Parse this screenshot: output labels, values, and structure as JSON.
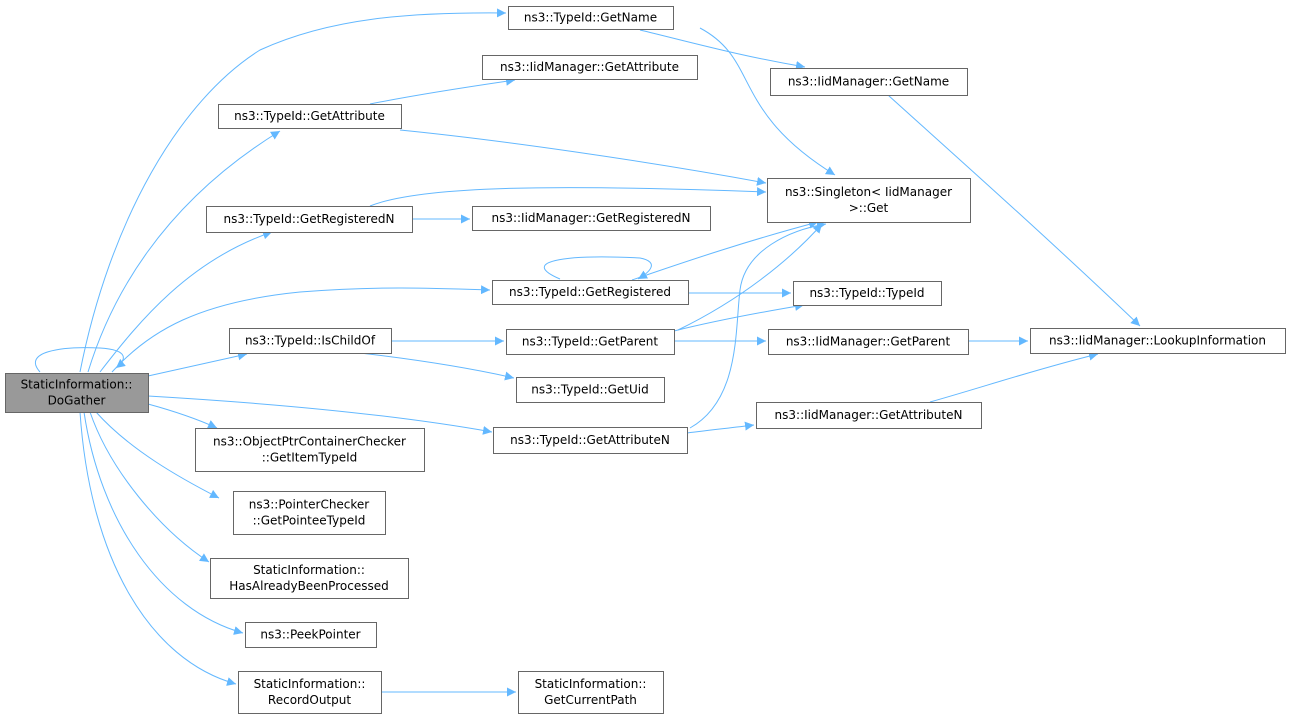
{
  "diagram": {
    "colors": {
      "node_fill": "#ffffff",
      "root_fill": "#999999",
      "edge": "#63b8ff",
      "border": "#666666",
      "text": "#000000"
    },
    "nodes": [
      {
        "id": "do_gather",
        "lines": [
          "StaticInformation::",
          "DoGather"
        ],
        "root": true
      },
      {
        "id": "typeid_getname",
        "lines": [
          "ns3::TypeId::GetName"
        ]
      },
      {
        "id": "iid_getattribute",
        "lines": [
          "ns3::IidManager::GetAttribute"
        ]
      },
      {
        "id": "iid_getname",
        "lines": [
          "ns3::IidManager::GetName"
        ]
      },
      {
        "id": "typeid_getattribute",
        "lines": [
          "ns3::TypeId::GetAttribute"
        ]
      },
      {
        "id": "singleton_get",
        "lines": [
          "ns3::Singleton< IidManager",
          ">::Get"
        ]
      },
      {
        "id": "typeid_getregisteredn",
        "lines": [
          "ns3::TypeId::GetRegisteredN"
        ]
      },
      {
        "id": "iid_getregisteredn",
        "lines": [
          "ns3::IidManager::GetRegisteredN"
        ]
      },
      {
        "id": "typeid_getregistered",
        "lines": [
          "ns3::TypeId::GetRegistered"
        ]
      },
      {
        "id": "typeid_typeid",
        "lines": [
          "ns3::TypeId::TypeId"
        ]
      },
      {
        "id": "typeid_ischildof",
        "lines": [
          "ns3::TypeId::IsChildOf"
        ]
      },
      {
        "id": "typeid_getparent",
        "lines": [
          "ns3::TypeId::GetParent"
        ]
      },
      {
        "id": "iid_getparent",
        "lines": [
          "ns3::IidManager::GetParent"
        ]
      },
      {
        "id": "iid_lookupinformation",
        "lines": [
          "ns3::IidManager::LookupInformation"
        ]
      },
      {
        "id": "typeid_getuid",
        "lines": [
          "ns3::TypeId::GetUid"
        ]
      },
      {
        "id": "iid_getattributen",
        "lines": [
          "ns3::IidManager::GetAttributeN"
        ]
      },
      {
        "id": "typeid_getattributen",
        "lines": [
          "ns3::TypeId::GetAttributeN"
        ]
      },
      {
        "id": "objptr_getitemtypeid",
        "lines": [
          "ns3::ObjectPtrContainerChecker",
          "::GetItemTypeId"
        ]
      },
      {
        "id": "pointer_getpointeetypeid",
        "lines": [
          "ns3::PointerChecker",
          "::GetPointeeTypeId"
        ]
      },
      {
        "id": "hasalreadybeenprocessed",
        "lines": [
          "StaticInformation::",
          "HasAlreadyBeenProcessed"
        ]
      },
      {
        "id": "peekpointer",
        "lines": [
          "ns3::PeekPointer"
        ]
      },
      {
        "id": "recordoutput",
        "lines": [
          "StaticInformation::",
          "RecordOutput"
        ]
      },
      {
        "id": "getcurrentpath",
        "lines": [
          "StaticInformation::",
          "GetCurrentPath"
        ]
      }
    ],
    "edges": [
      {
        "from": "do_gather",
        "to": "do_gather"
      },
      {
        "from": "do_gather",
        "to": "typeid_getname"
      },
      {
        "from": "do_gather",
        "to": "typeid_getattribute"
      },
      {
        "from": "do_gather",
        "to": "typeid_getregisteredn"
      },
      {
        "from": "do_gather",
        "to": "typeid_getregistered"
      },
      {
        "from": "do_gather",
        "to": "typeid_ischildof"
      },
      {
        "from": "do_gather",
        "to": "typeid_getattributen"
      },
      {
        "from": "do_gather",
        "to": "objptr_getitemtypeid"
      },
      {
        "from": "do_gather",
        "to": "pointer_getpointeetypeid"
      },
      {
        "from": "do_gather",
        "to": "hasalreadybeenprocessed"
      },
      {
        "from": "do_gather",
        "to": "peekpointer"
      },
      {
        "from": "do_gather",
        "to": "recordoutput"
      },
      {
        "from": "typeid_getname",
        "to": "iid_getname"
      },
      {
        "from": "typeid_getname",
        "to": "singleton_get"
      },
      {
        "from": "iid_getname",
        "to": "iid_lookupinformation"
      },
      {
        "from": "typeid_getattribute",
        "to": "iid_getattribute"
      },
      {
        "from": "typeid_getattribute",
        "to": "singleton_get"
      },
      {
        "from": "typeid_getregisteredn",
        "to": "iid_getregisteredn"
      },
      {
        "from": "typeid_getregisteredn",
        "to": "singleton_get"
      },
      {
        "from": "typeid_getregistered",
        "to": "typeid_getregistered"
      },
      {
        "from": "typeid_getregistered",
        "to": "singleton_get"
      },
      {
        "from": "typeid_getregistered",
        "to": "typeid_typeid"
      },
      {
        "from": "typeid_ischildof",
        "to": "typeid_getparent"
      },
      {
        "from": "typeid_ischildof",
        "to": "typeid_getuid"
      },
      {
        "from": "typeid_getparent",
        "to": "singleton_get"
      },
      {
        "from": "typeid_getparent",
        "to": "typeid_typeid"
      },
      {
        "from": "typeid_getparent",
        "to": "iid_getparent"
      },
      {
        "from": "iid_getparent",
        "to": "iid_lookupinformation"
      },
      {
        "from": "typeid_getattributen",
        "to": "iid_getattributen"
      },
      {
        "from": "typeid_getattributen",
        "to": "singleton_get"
      },
      {
        "from": "iid_getattributen",
        "to": "iid_lookupinformation"
      },
      {
        "from": "recordoutput",
        "to": "getcurrentpath"
      }
    ]
  }
}
